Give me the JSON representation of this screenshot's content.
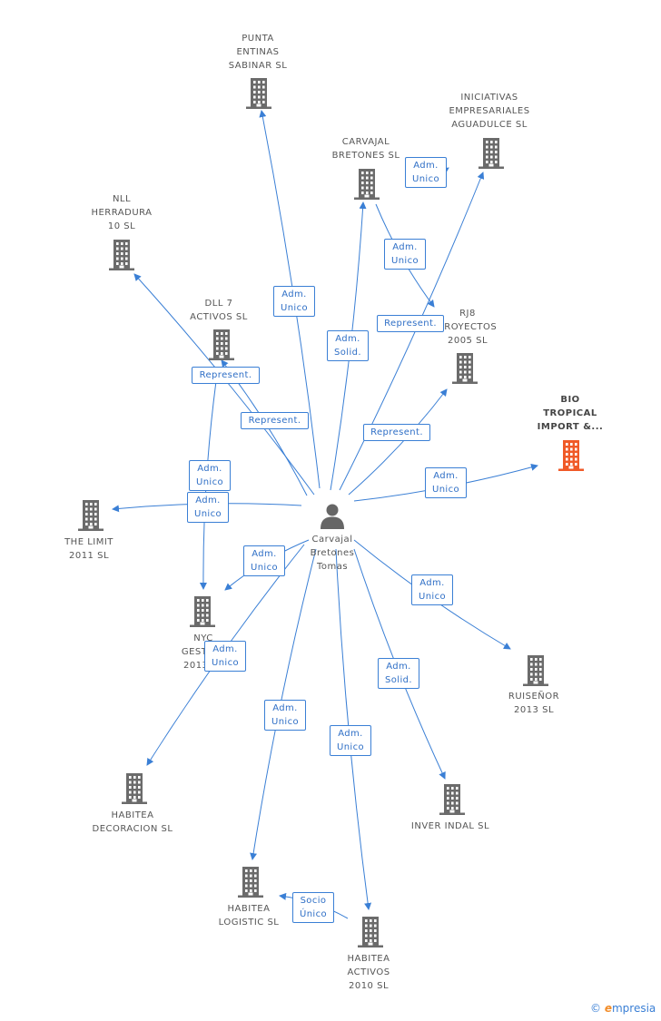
{
  "center": {
    "lines": [
      "Carvajal",
      "Bretones",
      "Tomas"
    ]
  },
  "nodes": [
    {
      "id": "punta",
      "lines": [
        "PUNTA",
        "ENTINAS",
        "SABINAR SL"
      ],
      "highlight": false
    },
    {
      "id": "iniciativas",
      "lines": [
        "INICIATIVAS",
        "EMPRESARIALES",
        "AGUADULCE SL"
      ],
      "highlight": false
    },
    {
      "id": "carvajal_bretones",
      "lines": [
        "CARVAJAL",
        "BRETONES SL"
      ],
      "highlight": false
    },
    {
      "id": "nll",
      "lines": [
        "NLL",
        "HERRADURA",
        "10 SL"
      ],
      "highlight": false
    },
    {
      "id": "dll7",
      "lines": [
        "DLL 7",
        "ACTIVOS SL"
      ],
      "highlight": false
    },
    {
      "id": "rj8",
      "lines": [
        "RJ8",
        "PROYECTOS",
        "2005 SL"
      ],
      "highlight": false
    },
    {
      "id": "bio",
      "lines": [
        "BIO",
        "TROPICAL",
        "IMPORT &..."
      ],
      "highlight": true
    },
    {
      "id": "thelimit",
      "lines": [
        "THE LIMIT",
        "2011 SL"
      ],
      "highlight": false
    },
    {
      "id": "nyc",
      "lines": [
        "NYC",
        "GESTION",
        "2013 SL"
      ],
      "highlight": false
    },
    {
      "id": "ruisenor",
      "lines": [
        "RUISEÑOR",
        "2013 SL"
      ],
      "highlight": false
    },
    {
      "id": "decoracion",
      "lines": [
        "HABITEA",
        "DECORACION SL"
      ],
      "highlight": false
    },
    {
      "id": "inverindal",
      "lines": [
        "INVER INDAL SL"
      ],
      "highlight": false
    },
    {
      "id": "logistic",
      "lines": [
        "HABITEA",
        "LOGISTIC SL"
      ],
      "highlight": false
    },
    {
      "id": "activos2010",
      "lines": [
        "HABITEA",
        "ACTIVOS",
        "2010 SL"
      ],
      "highlight": false
    }
  ],
  "edge_labels": [
    {
      "id": "e_punta",
      "lines": [
        "Adm.",
        "Unico"
      ]
    },
    {
      "id": "e_carvajal",
      "lines": [
        "Adm.",
        "Solid."
      ]
    },
    {
      "id": "e_cb_iniciativas",
      "lines": [
        "Adm.",
        "Unico"
      ]
    },
    {
      "id": "e_cb_rj8",
      "lines": [
        "Adm.",
        "Unico"
      ]
    },
    {
      "id": "e_iniciativas",
      "lines": [
        "Represent."
      ]
    },
    {
      "id": "e_dll7",
      "lines": [
        "Represent."
      ]
    },
    {
      "id": "e_nll",
      "lines": [
        "Represent."
      ]
    },
    {
      "id": "e_rj8",
      "lines": [
        "Represent."
      ]
    },
    {
      "id": "e_bio",
      "lines": [
        "Adm.",
        "Unico"
      ]
    },
    {
      "id": "e_limit1",
      "lines": [
        "Adm.",
        "Unico"
      ]
    },
    {
      "id": "e_limit2",
      "lines": [
        "Adm.",
        "Unico"
      ]
    },
    {
      "id": "e_nyc",
      "lines": [
        "Adm.",
        "Unico"
      ]
    },
    {
      "id": "e_ruisenor",
      "lines": [
        "Adm.",
        "Unico"
      ]
    },
    {
      "id": "e_decoracion",
      "lines": [
        "Adm.",
        "Unico"
      ]
    },
    {
      "id": "e_inverindal",
      "lines": [
        "Adm.",
        "Solid."
      ]
    },
    {
      "id": "e_logistic",
      "lines": [
        "Adm.",
        "Unico"
      ]
    },
    {
      "id": "e_activos",
      "lines": [
        "Adm.",
        "Unico"
      ]
    },
    {
      "id": "e_socio",
      "lines": [
        "Socio",
        "Único"
      ]
    }
  ],
  "brand": {
    "symbol": "©",
    "initial": "e",
    "rest": "mpresia"
  },
  "colors": {
    "edge": "#3a7fd5",
    "building": "#6b6b6b",
    "highlight": "#f05a28"
  }
}
